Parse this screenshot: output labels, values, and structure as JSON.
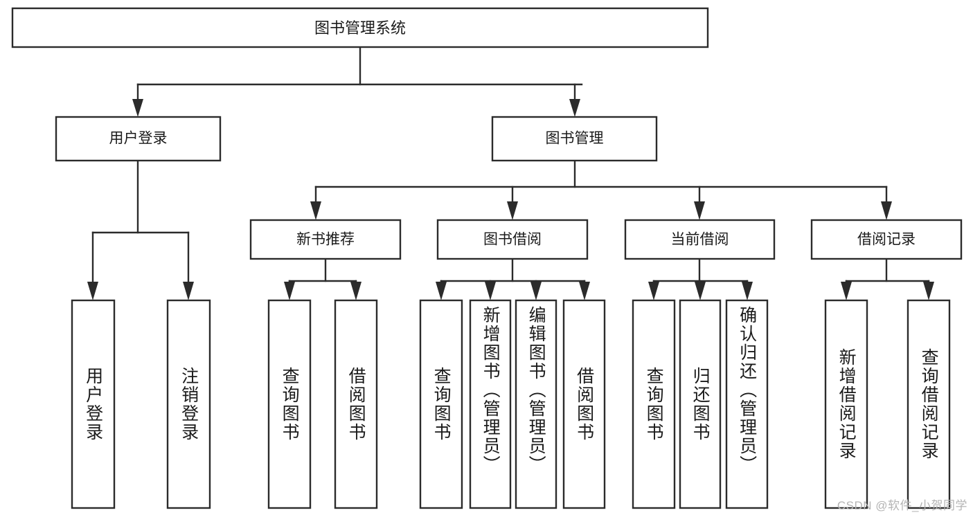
{
  "diagram": {
    "title": "图书管理系统",
    "type": "tree-hierarchy-chart",
    "root": {
      "id": "root",
      "label": "图书管理系统"
    },
    "level2": [
      {
        "id": "user-login",
        "label": "用户登录"
      },
      {
        "id": "book-management",
        "label": "图书管理"
      }
    ],
    "level3": [
      {
        "id": "new-book-recommend",
        "label": "新书推荐"
      },
      {
        "id": "book-borrow",
        "label": "图书借阅"
      },
      {
        "id": "current-borrow",
        "label": "当前借阅"
      },
      {
        "id": "borrow-record",
        "label": "借阅记录"
      }
    ],
    "leaves": [
      {
        "id": "leaf-user-login",
        "label": "用户登录",
        "parent": "user-login"
      },
      {
        "id": "leaf-logout-login",
        "label": "注销登录",
        "parent": "user-login"
      },
      {
        "id": "leaf-query-book-1",
        "label": "查询图书",
        "parent": "new-book-recommend"
      },
      {
        "id": "leaf-borrow-book-1",
        "label": "借阅图书",
        "parent": "new-book-recommend"
      },
      {
        "id": "leaf-query-book-2",
        "label": "查询图书",
        "parent": "book-borrow"
      },
      {
        "id": "leaf-add-book",
        "label": "新增图书（管理员）",
        "parent": "book-borrow"
      },
      {
        "id": "leaf-edit-book",
        "label": "编辑图书（管理员）",
        "parent": "book-borrow"
      },
      {
        "id": "leaf-borrow-book-2",
        "label": "借阅图书",
        "parent": "book-borrow"
      },
      {
        "id": "leaf-query-book-3",
        "label": "查询图书",
        "parent": "current-borrow"
      },
      {
        "id": "leaf-return-book",
        "label": "归还图书",
        "parent": "current-borrow"
      },
      {
        "id": "leaf-confirm-return",
        "label": "确认归还（管理员）",
        "parent": "current-borrow"
      },
      {
        "id": "leaf-add-record",
        "label": "新增借阅记录",
        "parent": "borrow-record"
      },
      {
        "id": "leaf-query-record",
        "label": "查询借阅记录",
        "parent": "borrow-record"
      }
    ],
    "colors": {
      "stroke": "#2b2b2b",
      "fill": "#ffffff",
      "text": "#1a1a1a",
      "watermark": "#b4b4b4",
      "background": "#ffffff"
    }
  },
  "watermark": {
    "text": "CSDN @软件_小贺同学"
  }
}
